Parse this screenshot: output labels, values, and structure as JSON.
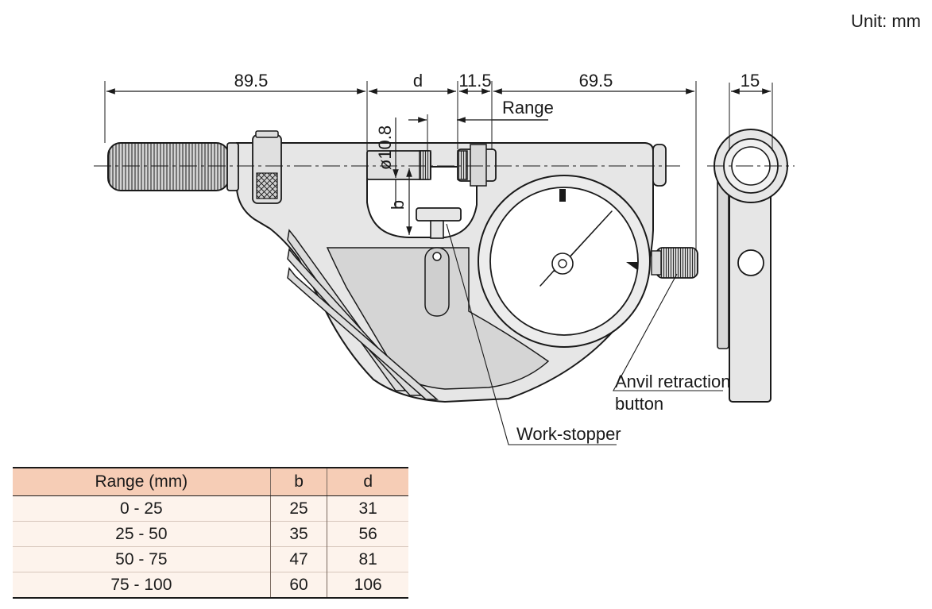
{
  "unit_label": "Unit: mm",
  "dimensions": {
    "left_length": "89.5",
    "gap": "d",
    "anvil_offset": "11.5",
    "right_length": "69.5",
    "side_thickness": "15",
    "spindle_diameter": "ø10.8",
    "depth": "b",
    "range": "Range"
  },
  "callouts": {
    "anvil_line1": "Anvil retraction",
    "anvil_line2": "button",
    "work_stopper": "Work-stopper"
  },
  "table": {
    "headers": [
      "Range (mm)",
      "b",
      "d"
    ],
    "rows": [
      [
        "0 - 25",
        "25",
        "31"
      ],
      [
        "25 - 50",
        "35",
        "56"
      ],
      [
        "50 - 75",
        "47",
        "81"
      ],
      [
        "75 - 100",
        "60",
        "106"
      ]
    ]
  },
  "colors": {
    "body_fill": "#e6e6e6",
    "outline": "#1a1a1a",
    "table_header": "#f6cdb6",
    "table_cell": "#fdf3ec"
  }
}
